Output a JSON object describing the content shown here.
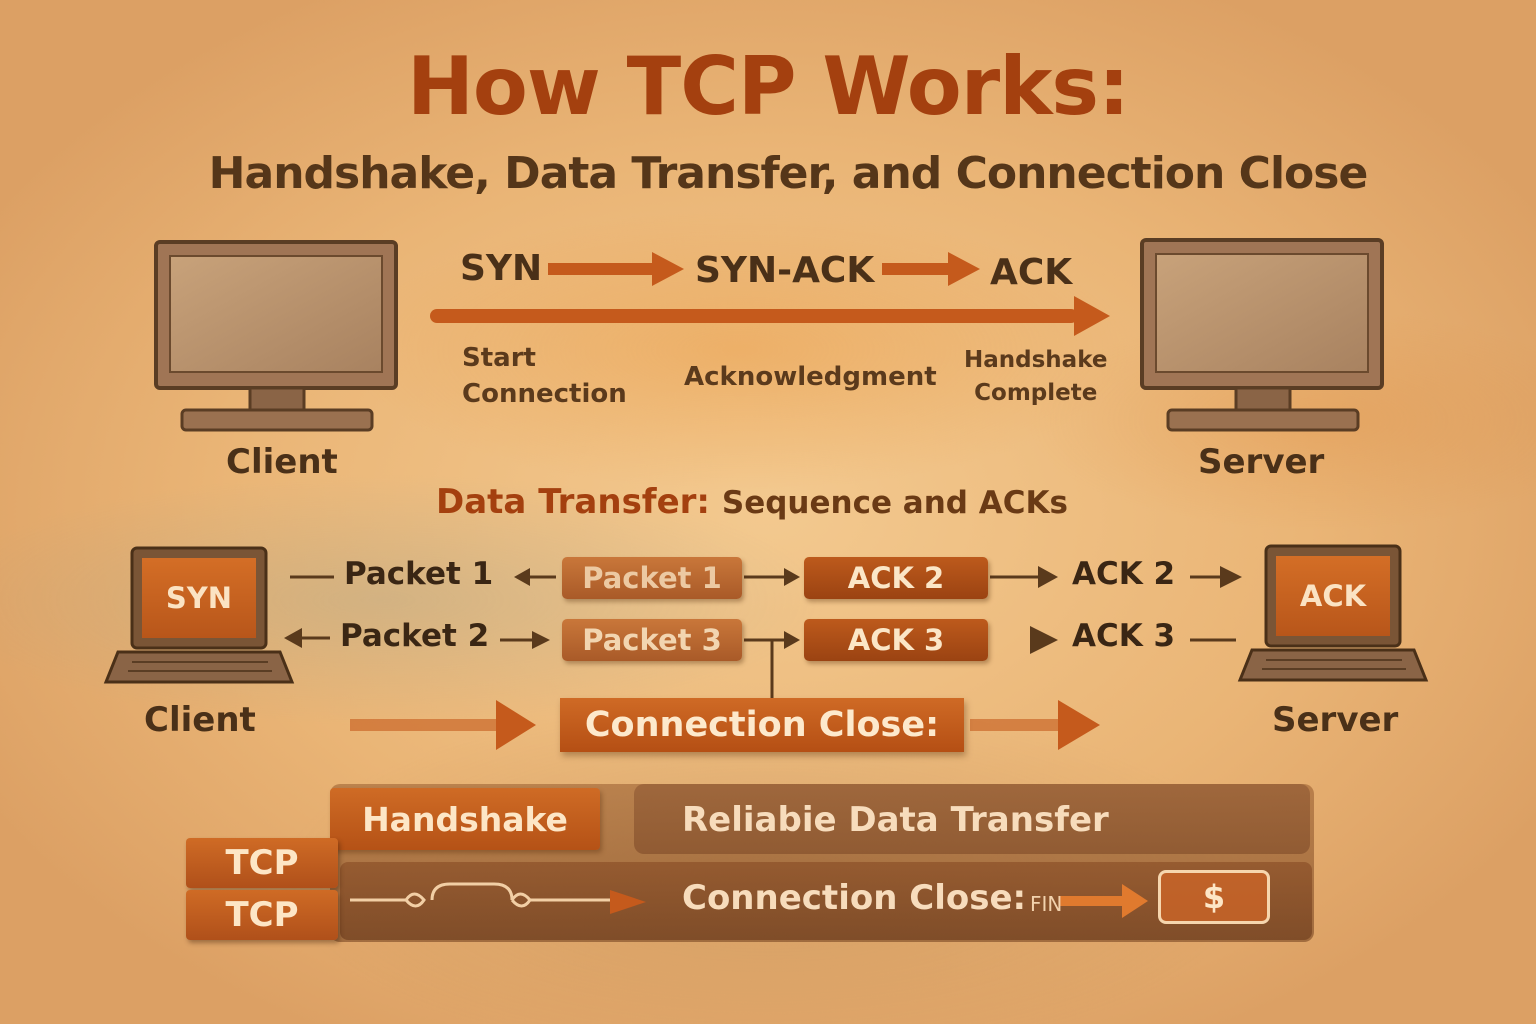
{
  "title": "How TCP Works:",
  "subtitle": "Handshake, Data Transfer, and Connection Close",
  "handshake": {
    "syn": "SYN",
    "syn_ack": "SYN-ACK",
    "ack": "ACK",
    "start_connection": [
      "Start",
      "Connection"
    ],
    "acknowledgment": "Acknowledgment",
    "handshake_complete": [
      "Handshake",
      "Complete"
    ]
  },
  "top_nodes": {
    "client": "Client",
    "server": "Server"
  },
  "data_transfer": {
    "heading": "Data Transfer:",
    "heading_sub": "Sequence and ACKs",
    "packet1": "Packet 1",
    "packet2": "Packet 2",
    "chip_packet1": "Packet 1",
    "chip_packet3": "Packet 3",
    "chip_ack2": "ACK 2",
    "chip_ack3": "ACK 3",
    "ack2": "ACK 2",
    "ack3": "ACK 3",
    "client_screen": "SYN",
    "server_screen": "ACK"
  },
  "mid_nodes": {
    "client": "Client",
    "server": "Server"
  },
  "connection_close_banner": "Connection Close:",
  "summary": {
    "tcp_1": "TCP",
    "tcp_2": "TCP",
    "handshake": "Handshake",
    "reliable": "Reliabie Data Transfer",
    "connection_close": "Connection Close:",
    "fin": "FIN",
    "dollar": "$"
  },
  "colors": {
    "accent": "#b5521a",
    "title": "#a4400f",
    "text_dark": "#4a3018",
    "background": "#eab576"
  }
}
